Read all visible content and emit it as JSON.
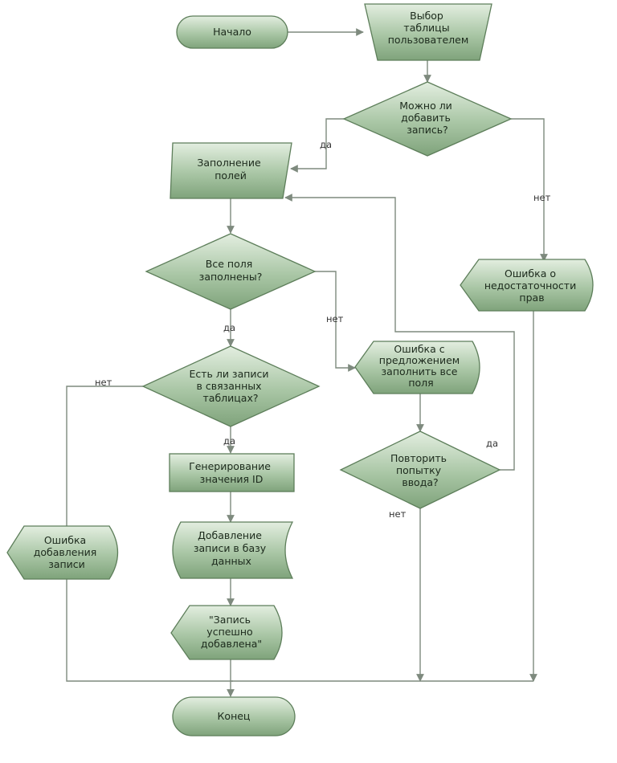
{
  "nodes": {
    "start": [
      "Начало"
    ],
    "select_table": [
      "Выбор",
      "таблицы",
      "пользователем"
    ],
    "can_add": [
      "Можно ли",
      "добавить",
      "запись?"
    ],
    "fill_fields": [
      "Заполнение",
      "полей"
    ],
    "access_error": [
      "Ошибка о",
      "недостаточности",
      "прав"
    ],
    "all_filled": [
      "Все поля",
      "заполнены?"
    ],
    "fill_error": [
      "Ошибка с",
      "предложением",
      "заполнить все",
      "поля"
    ],
    "linked_records": [
      "Есть ли записи",
      "в связанных",
      "таблицах?"
    ],
    "retry": [
      "Повторить",
      "попытку",
      "ввода?"
    ],
    "generate_id": [
      "Генерирование",
      "значения ID"
    ],
    "add_error": [
      "Ошибка",
      "добавления",
      "записи"
    ],
    "add_record": [
      "Добавление",
      "записи в базу",
      "данных"
    ],
    "success": [
      "\"Запись",
      "успешно",
      "добавлена\""
    ],
    "end": [
      "Конец"
    ]
  },
  "edge_labels": {
    "can_add_yes": "да",
    "can_add_no": "нет",
    "all_filled_yes": "да",
    "all_filled_no": "нет",
    "linked_no": "нет",
    "linked_yes": "да",
    "retry_yes": "да",
    "retry_no": "нет"
  },
  "colors": {
    "fill_top": "#e3eee0",
    "fill_bottom": "#7fa37b",
    "stroke": "#5d7e5a",
    "edge": "#7e8a7e"
  }
}
